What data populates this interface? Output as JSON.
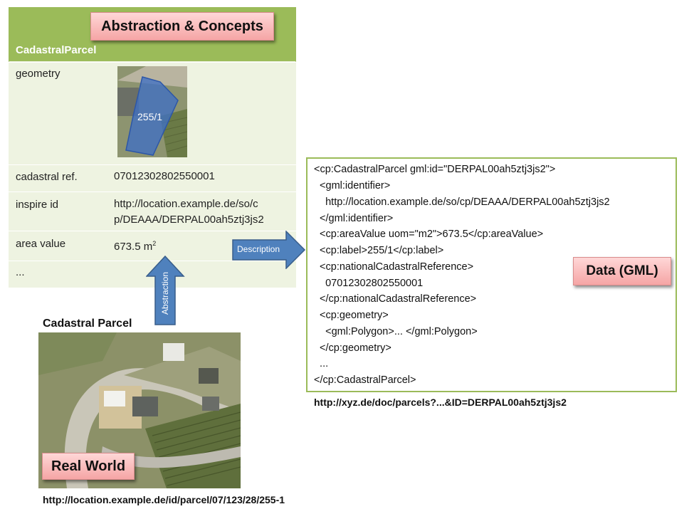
{
  "model": {
    "title_tag": "Abstraction & Concepts",
    "class_name": "CadastralParcel",
    "rows": [
      {
        "label": "geometry",
        "parcel_label": "255/1"
      },
      {
        "label": "cadastral ref.",
        "value": "07012302802550001"
      },
      {
        "label": "inspire id",
        "value_line1": "http://location.example.de/so/c",
        "value_line2": "p/DEAAA/DERPAL00ah5ztj3js2"
      },
      {
        "label": "area value",
        "value": "673.5 m",
        "unit_sup": "2"
      },
      {
        "label": "..."
      }
    ]
  },
  "arrows": {
    "abstraction": "Abstraction",
    "description": "Description"
  },
  "real_world": {
    "title": "Cadastral Parcel",
    "tag": "Real World",
    "url": "http://location.example.de/id/parcel/07/123/28/255-1"
  },
  "gml": {
    "tag": "Data (GML)",
    "lines": [
      "<cp:CadastralParcel gml:id=\"DERPAL00ah5ztj3js2\">",
      "  <gml:identifier>",
      "    http://location.example.de/so/cp/DEAAA/DERPAL00ah5ztj3js2",
      "  </gml:identifier>",
      "  <cp:areaValue uom=\"m2\">673.5</cp:areaValue>",
      "  <cp:label>255/1</cp:label>",
      "  <cp:nationalCadastralReference>",
      "    07012302802550001",
      "  </cp:nationalCadastralReference>",
      "  <cp:geometry>",
      "    <gml:Polygon>... </gml:Polygon>",
      "  </cp:geometry>",
      "  ...",
      "</cp:CadastralParcel>"
    ],
    "url": "http://xyz.de/doc/parcels?...&ID=DERPAL00ah5ztj3js2"
  },
  "colors": {
    "header_green": "#9bbb59",
    "row_bg": "#eef3e1",
    "arrow_blue": "#4f81bd",
    "tag_pink": "#f5a5a5"
  }
}
